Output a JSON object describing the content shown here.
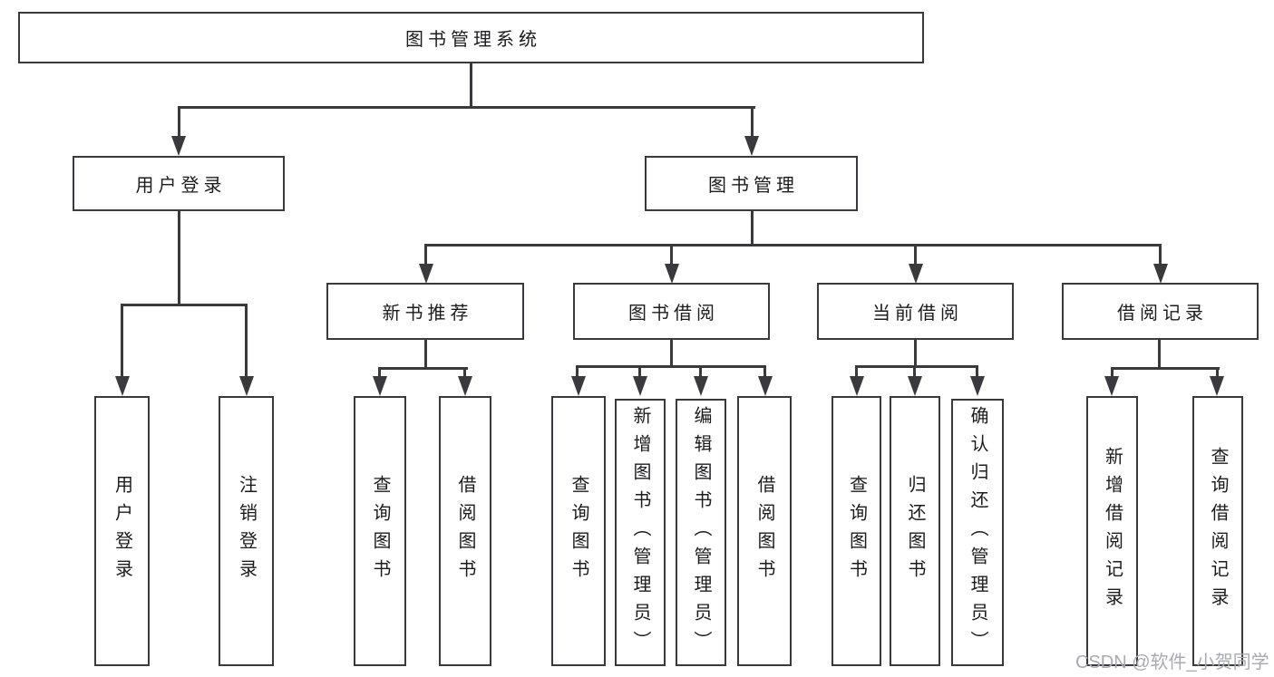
{
  "diagram": {
    "type": "hierarchy-tree",
    "line_color": "#3a3a3e",
    "box_fill": "#ffffff",
    "text_color": "#1c1c1e"
  },
  "hierarchy": {
    "root": {
      "label": "图书管理系统",
      "children": [
        {
          "label": "用户登录",
          "children": [
            {
              "label": "用户登录"
            },
            {
              "label": "注销登录"
            }
          ]
        },
        {
          "label": "图书管理",
          "children": [
            {
              "label": "新书推荐",
              "children": [
                {
                  "label": "查询图书"
                },
                {
                  "label": "借阅图书"
                }
              ]
            },
            {
              "label": "图书借阅",
              "children": [
                {
                  "label": "查询图书"
                },
                {
                  "label": "新增图书（管理员）"
                },
                {
                  "label": "编辑图书（管理员）"
                },
                {
                  "label": "借阅图书"
                }
              ]
            },
            {
              "label": "当前借阅",
              "children": [
                {
                  "label": "查询图书"
                },
                {
                  "label": "归还图书"
                },
                {
                  "label": "确认归还（管理员）"
                }
              ]
            },
            {
              "label": "借阅记录",
              "children": [
                {
                  "label": "新增借阅记录"
                },
                {
                  "label": "查询借阅记录"
                }
              ]
            }
          ]
        }
      ]
    }
  },
  "watermark": {
    "text": "CSDN @软件_小贺同学",
    "color": "#a9a9b4"
  }
}
